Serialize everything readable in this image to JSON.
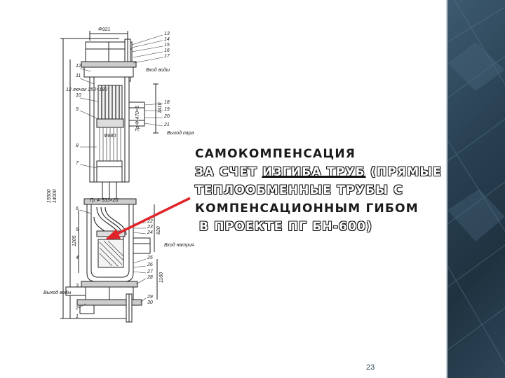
{
  "title": {
    "line1": "САМОКОМПЕНСАЦИЯ",
    "line2a": "ЗА СЧЕТ ",
    "line2b": "ИЗГИБА ТРУБ",
    "line2c": " (ПРЯМЫЕ",
    "line3": "ТЕПЛООБМЕННЫЕ ТРУБЫ С",
    "line4": "КОМПЕНСАЦИОННЫМ ГИБОМ",
    "line5": " В ПРОЕКТЕ ПГ БН-600)"
  },
  "page_number": "23",
  "drawing": {
    "top_dim": "Ф921",
    "mid_dim": "Ф880",
    "lower_dim": "Гр Ф 533×20",
    "height_total": "14000",
    "height_total2": "15500",
    "dim_1410": "1410",
    "dim_1205": "1205",
    "dim_820": "820",
    "dim_1160": "1160",
    "label_vhod_vody": "Вход воды",
    "label_vyhod_pary": "Выход пара",
    "label_vhod_natriya": "Вход натрия",
    "label_vyhod_vody": "Выход воды",
    "label_lyuk": "12 лючок 250×180",
    "label_tr": "Тр Ф 470×5",
    "left_numbers": [
      "12",
      "11",
      "10",
      "9",
      "8",
      "7",
      "6",
      "5",
      "4",
      "3",
      "2",
      "1"
    ],
    "right_numbers_top": [
      "13",
      "14",
      "15",
      "16",
      "17"
    ],
    "right_numbers_mid": [
      "18",
      "19",
      "20",
      "21"
    ],
    "right_numbers_low": [
      "22",
      "23",
      "24",
      "25",
      "26",
      "27",
      "28",
      "29",
      "30"
    ]
  },
  "colors": {
    "band": "#2a4254",
    "arrow": "#e0242a",
    "title_fill": "#ffffff",
    "title_outline": "#111111"
  }
}
